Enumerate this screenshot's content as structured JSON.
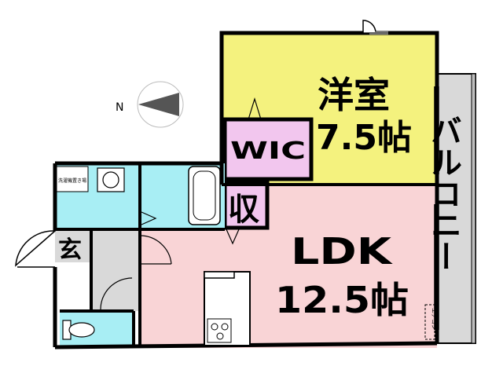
{
  "compass": {
    "letter": "N"
  },
  "rooms": {
    "western_room": {
      "name": "洋室",
      "size": "7.5帖",
      "color": "#f4f27e"
    },
    "wic": {
      "name": "WIC",
      "color": "#f2c6ee"
    },
    "storage": {
      "name": "収",
      "color": "#f2c6ee"
    },
    "ldk": {
      "name": "LDK",
      "size": "12.5帖",
      "color": "#f9d4d6"
    },
    "entrance": {
      "name": "玄",
      "color": "#d9d9d9"
    },
    "balcony": {
      "name": "バルコニー",
      "color": "#d9d9d9"
    },
    "wet_area_color": "#a8eef4",
    "washer_label": "洗濯機置き場",
    "aircon_label": "エアコン"
  }
}
